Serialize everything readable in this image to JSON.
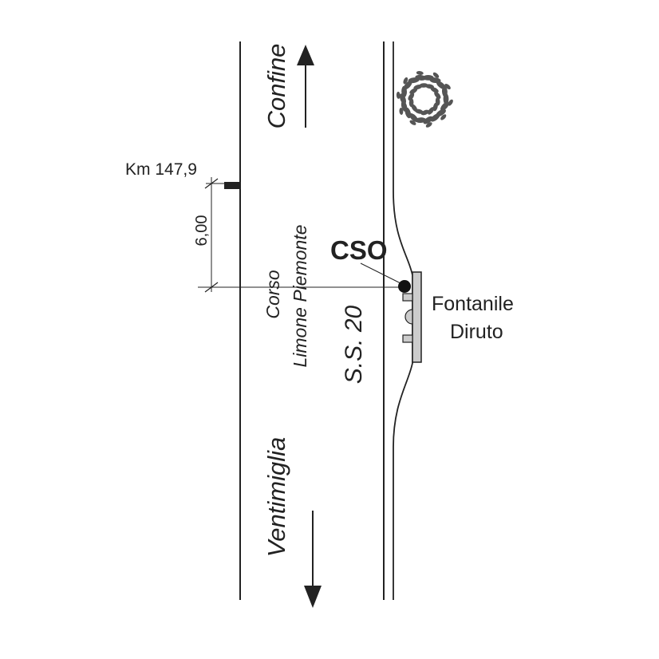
{
  "labels": {
    "confine": "Confine",
    "ventimiglia": "Ventimiglia",
    "km": "Km 147,9",
    "distance": "6,00",
    "cso": "CSO",
    "corso": "Corso",
    "limone": "Limone Piemonte",
    "ss20": "S.S. 20",
    "fontanile": "Fontanile",
    "diruto": "Diruto"
  },
  "colors": {
    "ink": "#222222",
    "structure_fill": "#cccccc",
    "tree": "#555555"
  },
  "icons": {
    "tree": "tree-icon",
    "arrow_up": "arrow-up-icon",
    "arrow_down": "arrow-down-icon",
    "point": "cso-point-icon"
  }
}
